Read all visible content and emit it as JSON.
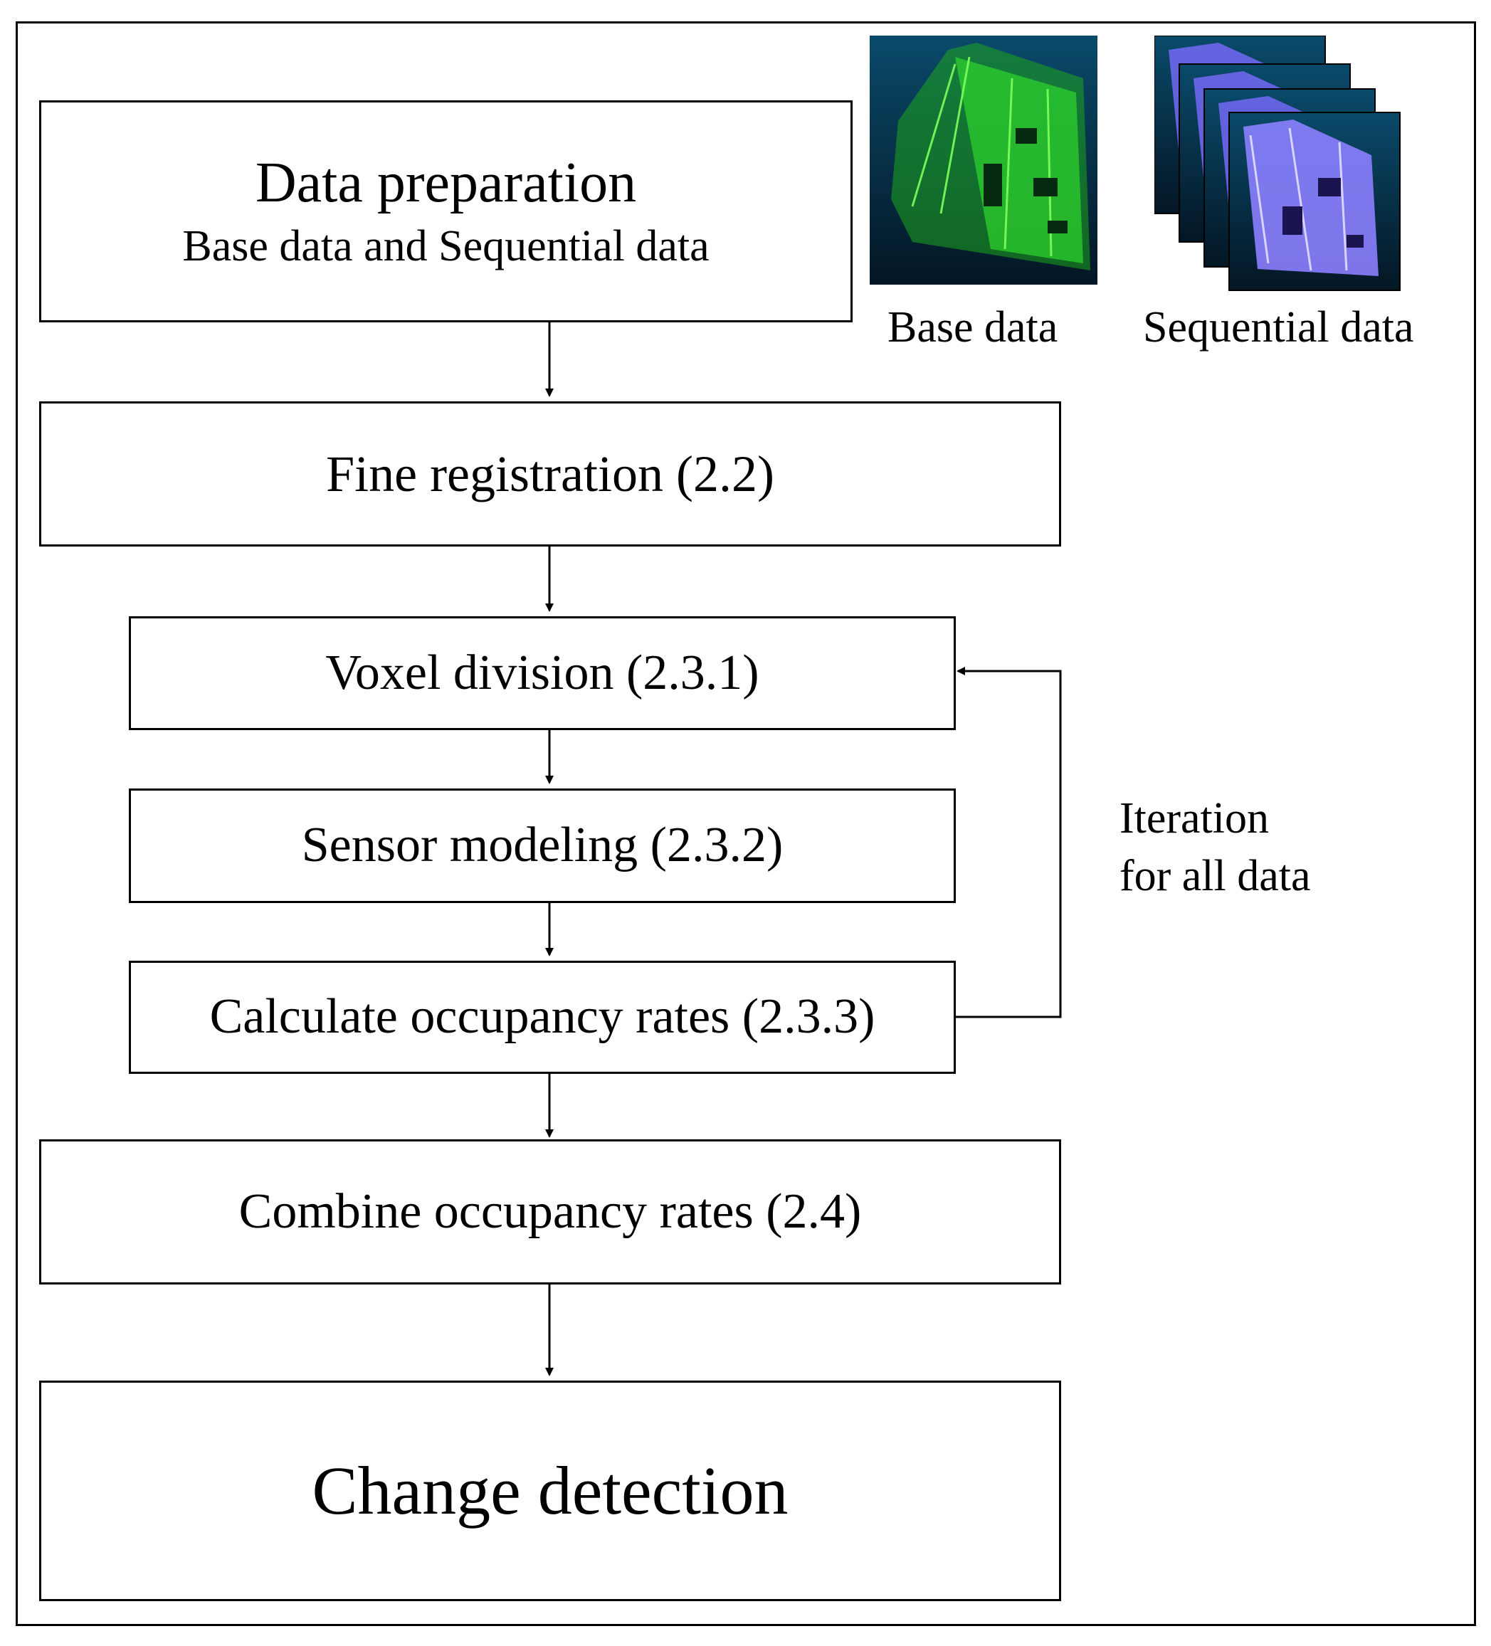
{
  "steps": {
    "data_preparation": {
      "title": "Data preparation",
      "subtitle": "Base data and Sequential data"
    },
    "fine_registration": "Fine registration (2.2)",
    "voxel_division": "Voxel division (2.3.1)",
    "sensor_modeling": "Sensor modeling (2.3.2)",
    "calculate_occupancy": "Calculate occupancy rates (2.3.3)",
    "combine_occupancy": "Combine occupancy rates (2.4)",
    "change_detection": "Change detection"
  },
  "images": {
    "base_caption": "Base data",
    "sequential_caption": "Sequential data",
    "base_color": "#22dd22",
    "sequential_color": "#7a6cff",
    "background_color": "#06283f"
  },
  "loop": {
    "line1": "Iteration",
    "line2": "for all data"
  }
}
